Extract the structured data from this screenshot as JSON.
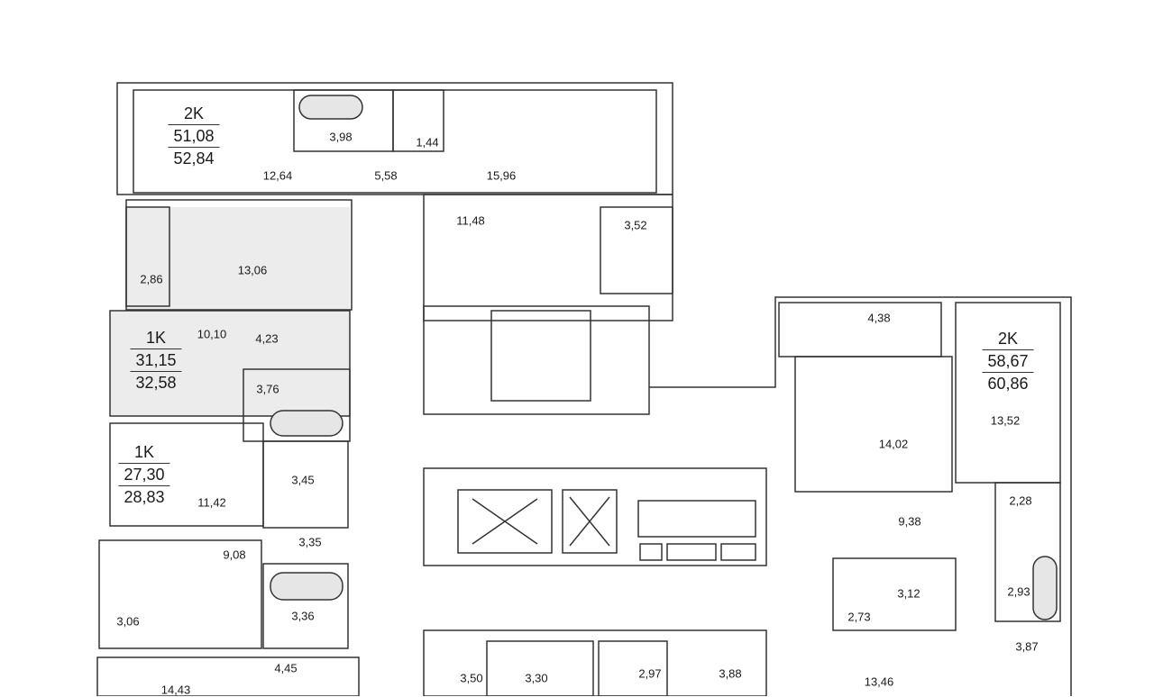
{
  "apartments": [
    {
      "type": "2K",
      "living_area": "51,08",
      "total_area": "52,84"
    },
    {
      "type": "1K",
      "living_area": "31,15",
      "total_area": "32,58"
    },
    {
      "type": "1K",
      "living_area": "27,30",
      "total_area": "28,83"
    },
    {
      "type": "2K",
      "living_area": "58,67",
      "total_area": "60,86"
    }
  ],
  "rooms": [
    "3,98",
    "1,44",
    "12,64",
    "5,58",
    "15,96",
    "11,48",
    "3,52",
    "13,06",
    "2,86",
    "10,10",
    "4,23",
    "3,76",
    "3,45",
    "11,42",
    "3,35",
    "9,08",
    "3,36",
    "3,06",
    "4,45",
    "14,43",
    "3,50",
    "3,30",
    "2,97",
    "3,88",
    "4,38",
    "13,52",
    "14,02",
    "2,28",
    "9,38",
    "2,93",
    "3,12",
    "2,73",
    "3,87",
    "13,46"
  ],
  "colors": {
    "wall": "#333333",
    "highlight": "#ececec"
  }
}
